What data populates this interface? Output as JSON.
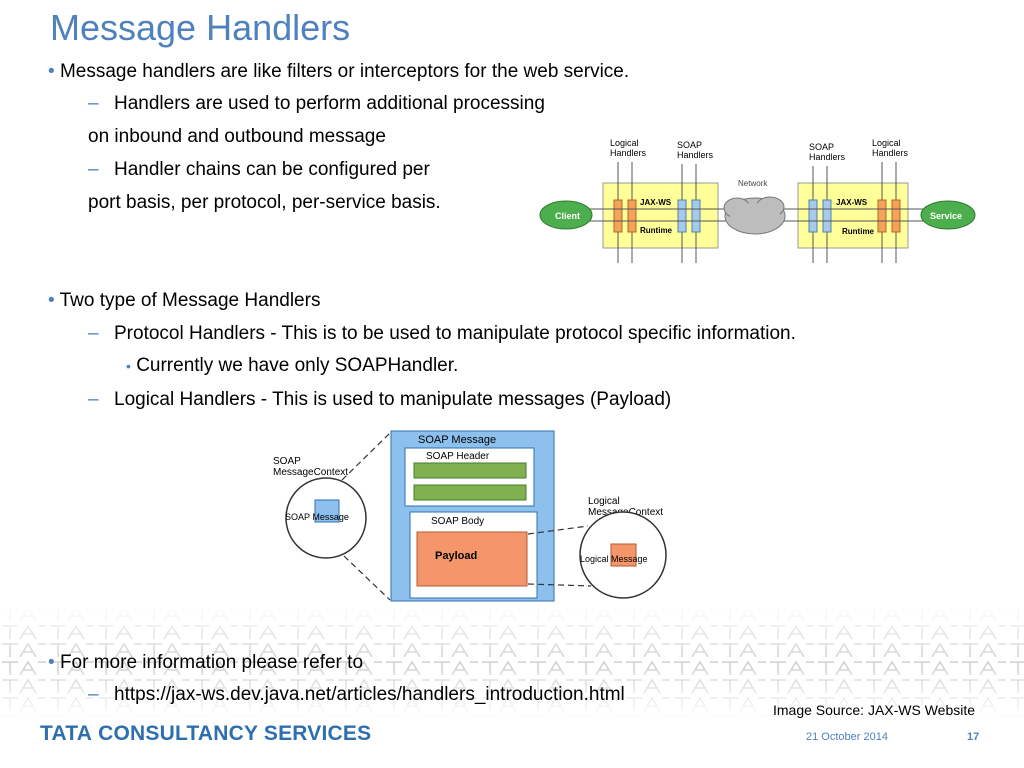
{
  "title": "Message Handlers",
  "content": {
    "b1": "Message handlers are like filters or interceptors for the web service.",
    "b1_s1_l1": "Handlers are used to perform additional processing",
    "b1_s1_l2": "on inbound and outbound message",
    "b1_s2_l1": "Handler chains can be configured per",
    "b1_s2_l2": "port basis, per protocol, per-service basis.",
    "b2": "Two type of Message Handlers",
    "b2_s1": "Protocol Handlers - This is to be used to manipulate protocol specific information.",
    "b2_s1_sub": "Currently we have only SOAPHandler.",
    "b2_s2": "Logical Handlers - This is used to manipulate messages (Payload)",
    "b3": "For more information please refer to",
    "b3_s1": "https://jax-ws.dev.java.net/articles/handlers_introduction.html"
  },
  "diagram1": {
    "logical_handlers_left_1": "Logical",
    "logical_handlers_left_2": "Handlers",
    "soap_handlers_left_1": "SOAP",
    "soap_handlers_left_2": "Handlers",
    "soap_handlers_right_1": "SOAP",
    "soap_handlers_right_2": "Handlers",
    "logical_handlers_right_1": "Logical",
    "logical_handlers_right_2": "Handlers",
    "client": "Client",
    "service": "Service",
    "network": "Network",
    "jaxws_left": "JAX-WS",
    "runtime_left": "Runtime",
    "jaxws_right": "JAX-WS",
    "runtime_right": "Runtime"
  },
  "diagram2": {
    "soap_message": "SOAP Message",
    "soap_header": "SOAP Header",
    "soap_body": "SOAP Body",
    "payload": "Payload",
    "soap_ctx_1": "SOAP",
    "soap_ctx_2": "MessageContext",
    "soap_message_circle": "SOAP Message",
    "logical_ctx_1": "Logical",
    "logical_ctx_2": "MessageContext",
    "logical_message": "Logical Message"
  },
  "footer": {
    "logo_tata": "TATA",
    "logo_rest": " CONSULTANCY SERVICES",
    "image_source": "Image Source: JAX-WS Website",
    "date": "21 October 2014",
    "page_number": "17"
  },
  "colors": {
    "accent": "#4f81bd",
    "yellow_box": "#ffff99",
    "green_node": "#4cae4c",
    "handler_orange": "#f4a35a",
    "handler_blue": "#a9c9ea",
    "soap_blue": "#8ec0ee",
    "header_green": "#7fb24f",
    "payload_orange": "#f4956a",
    "logo_blue": "#2e6fb0"
  }
}
